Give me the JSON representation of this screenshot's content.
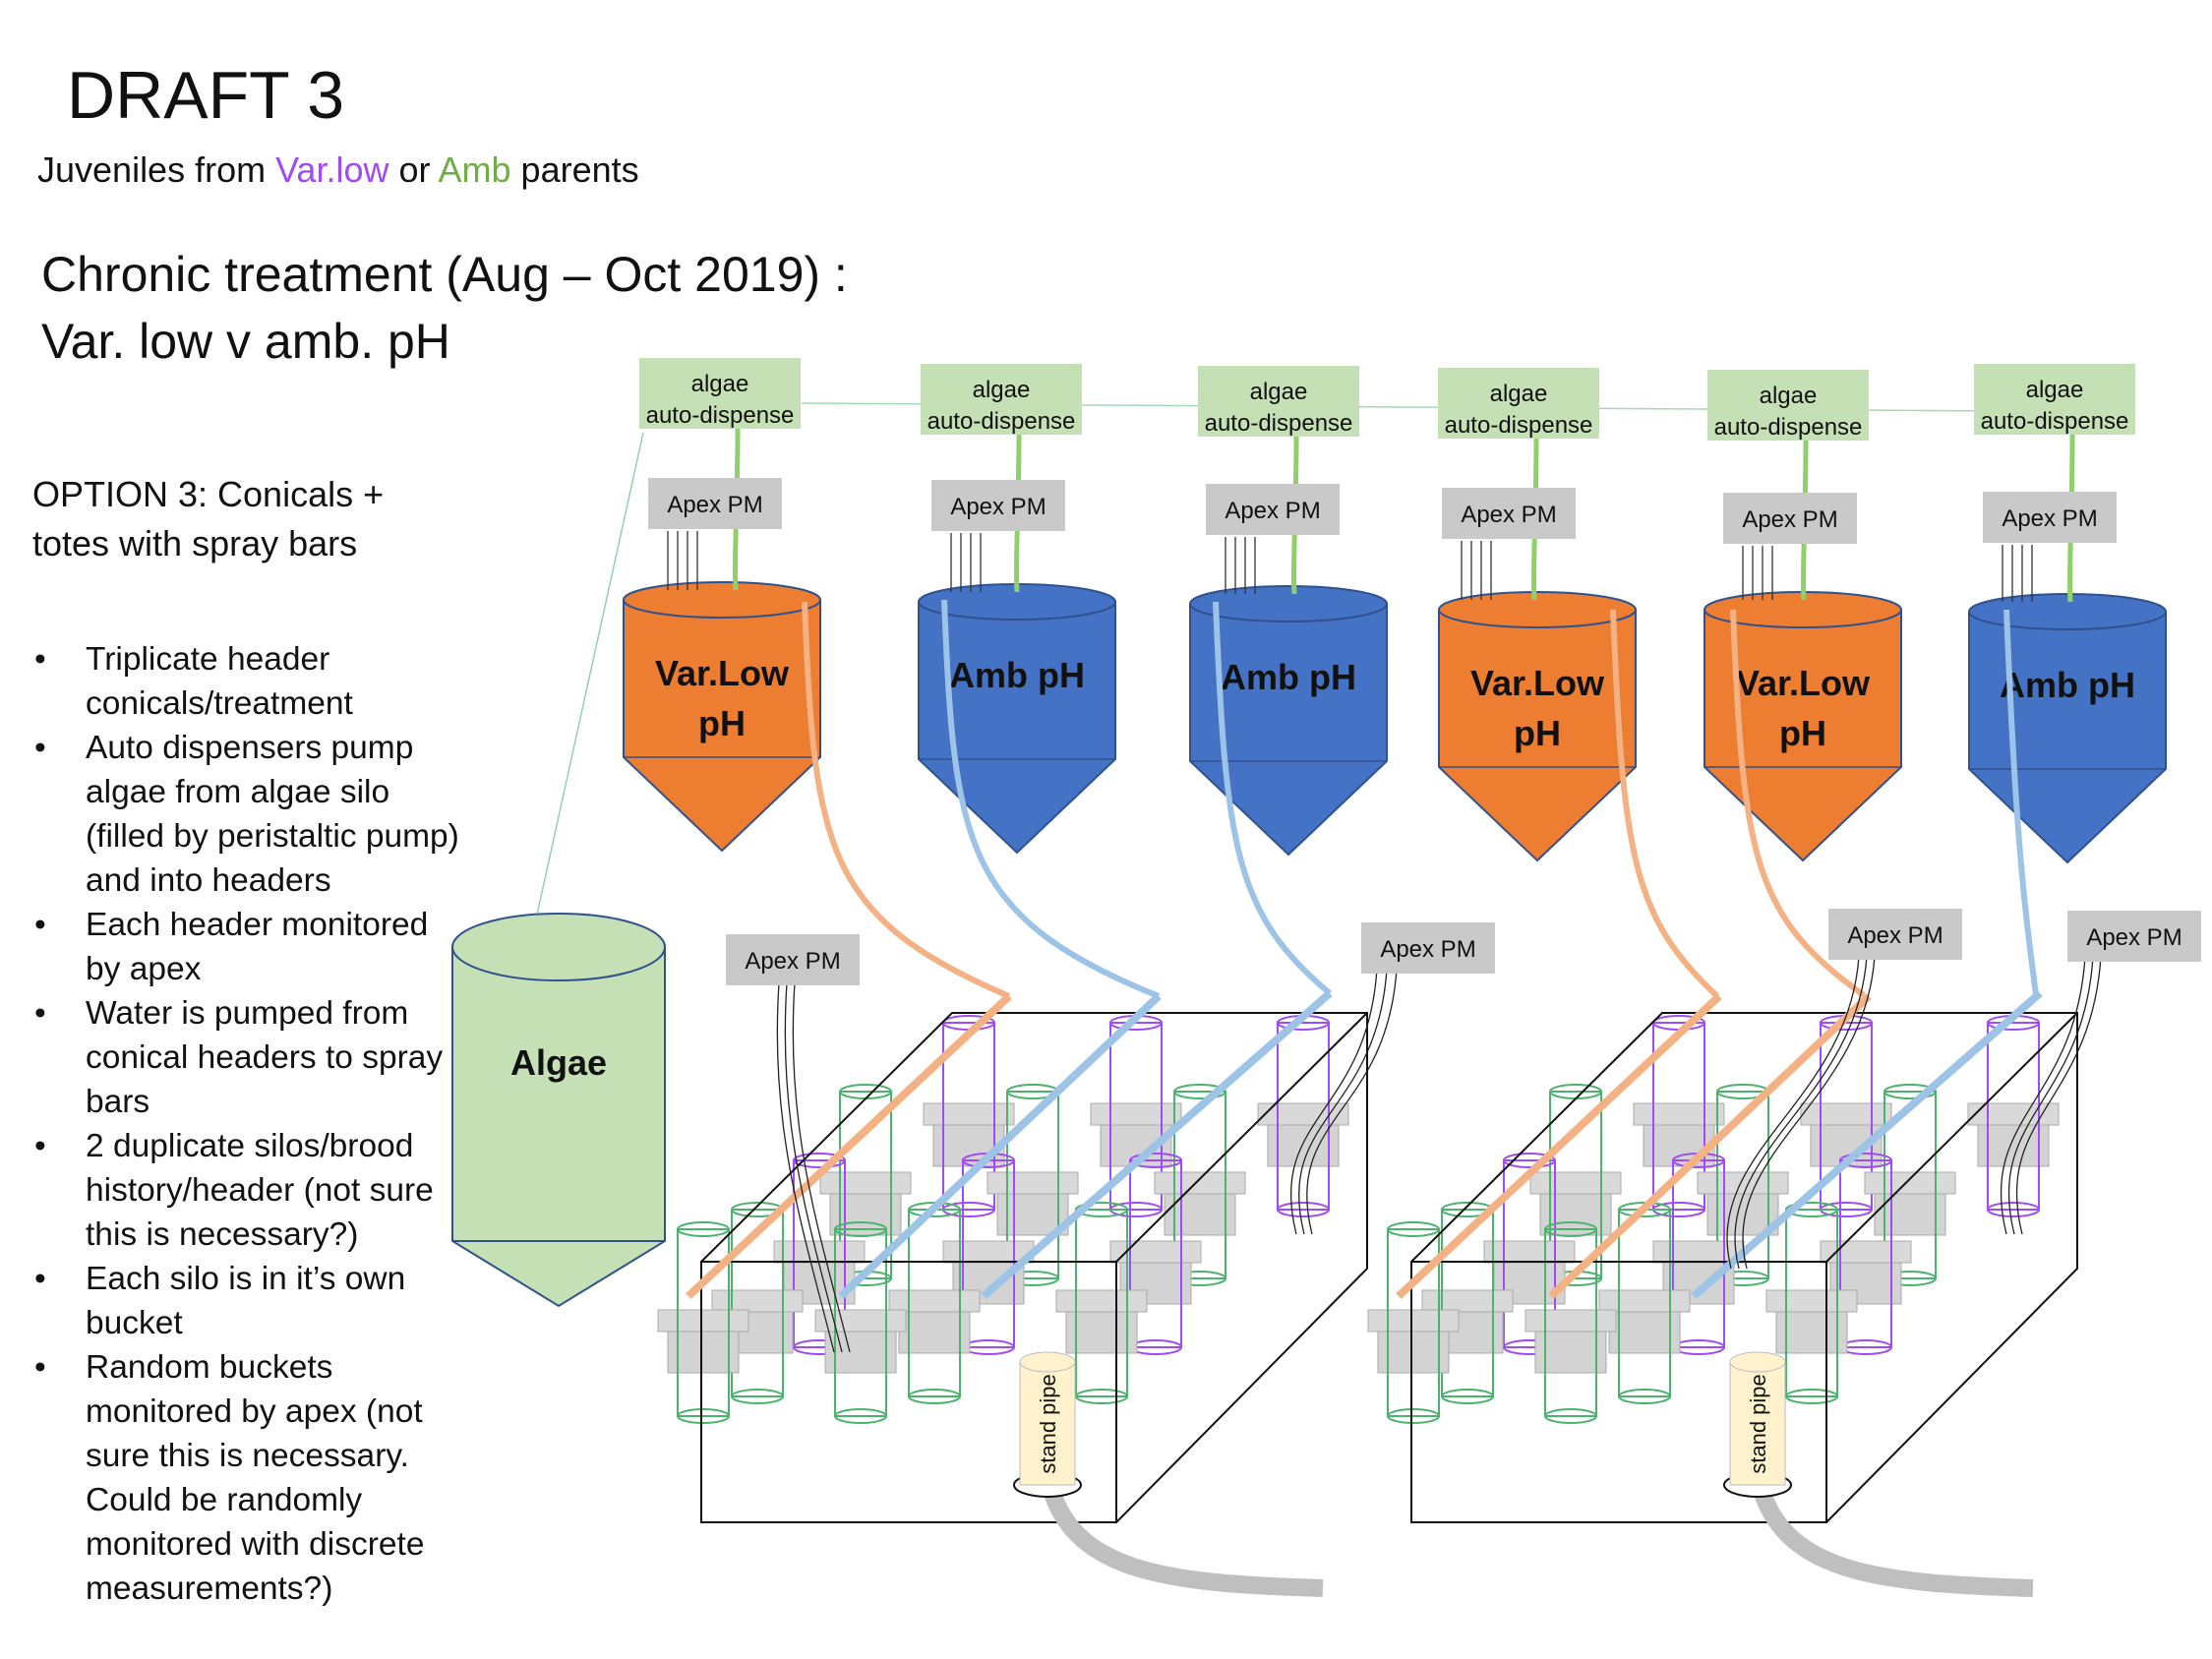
{
  "title": "DRAFT 3",
  "subtitle": {
    "prefix": "Juveniles from ",
    "var_low": "Var.low",
    "middle": " or ",
    "amb": "Amb",
    "suffix": " parents"
  },
  "chronic": {
    "line1": "Chronic treatment (Aug – Oct 2019) :",
    "line2": "Var. low v amb. pH"
  },
  "option": {
    "line1": "OPTION 3:  Conicals +",
    "line2": "totes with spray bars"
  },
  "bullets": [
    "Triplicate header conicals/treatment",
    "Auto dispensers pump algae from algae silo (filled by peristaltic pump) and into headers",
    "Each header monitored by apex",
    "Water is pumped from conical headers to spray bars",
    "2 duplicate silos/brood history/header (not sure this is necessary?)",
    "Each silo is in it’s own bucket",
    "Random buckets monitored by apex (not sure this is necessary. Could be randomly monitored with discrete measurements?)"
  ],
  "dispenser_label": [
    "algae",
    "auto-dispense"
  ],
  "apex_label": "Apex PM",
  "conicals": [
    {
      "line1": "Var.Low",
      "line2": "pH",
      "treatment": "var_low"
    },
    {
      "line1": "Amb pH",
      "line2": "",
      "treatment": "amb"
    },
    {
      "line1": "Amb pH",
      "line2": "",
      "treatment": "amb"
    },
    {
      "line1": "Var.Low",
      "line2": "pH",
      "treatment": "var_low"
    },
    {
      "line1": "Var.Low",
      "line2": "pH",
      "treatment": "var_low"
    },
    {
      "line1": "Amb pH",
      "line2": "",
      "treatment": "amb"
    }
  ],
  "algae_silo_label": "Algae",
  "stand_pipe_label": "stand pipe",
  "colors": {
    "var_low_tank": "#ed7d31",
    "amb_tank": "#4472c4",
    "var_low_line": "#f4b183",
    "amb_line": "#9dc3e6",
    "dispenser": "#c5e0b4",
    "algae_silo": "#c5e0b4",
    "apex_box": "#c9c9c9",
    "silo_purple": "#a04bf5",
    "silo_green": "#4bb36e",
    "stand_pipe": "#fff2cc",
    "drain": "#bfbfbf",
    "tank_border": "#2f528f"
  }
}
